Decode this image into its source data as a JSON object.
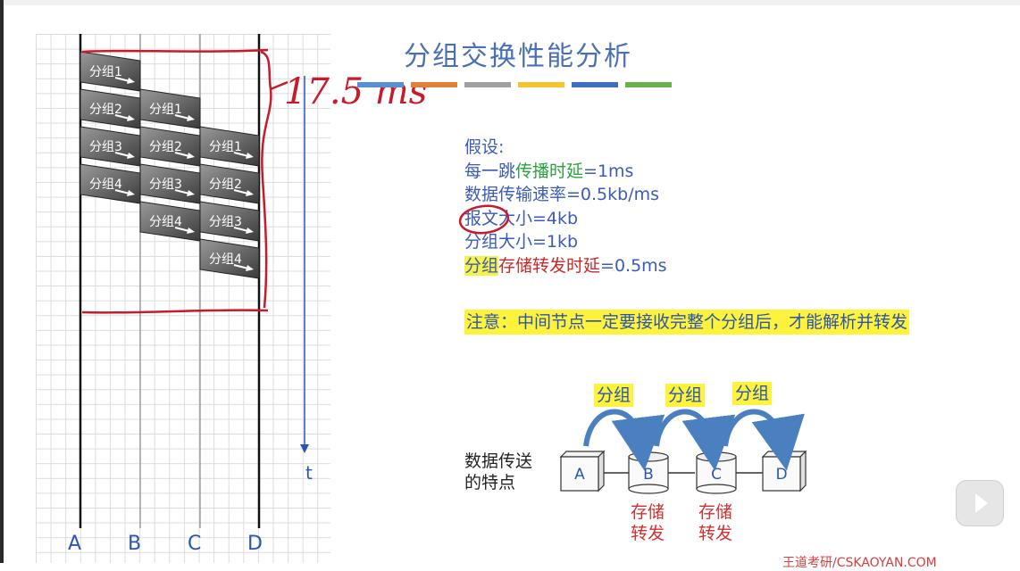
{
  "title": "分组交换性能分析",
  "color_bars": [
    "#5a8fd0",
    "#e0803a",
    "#a0a0a0",
    "#f4c430",
    "#3f6fc0",
    "#6ab04c"
  ],
  "diagram": {
    "nodes": [
      "A",
      "B",
      "C",
      "D"
    ],
    "time_label": "t",
    "handwritten_note": "17.5 ms",
    "rows": [
      {
        "col": 0,
        "label": "分组1"
      },
      {
        "col": 0,
        "label": "分组2"
      },
      {
        "col": 0,
        "label": "分组3"
      },
      {
        "col": 0,
        "label": "分组4"
      },
      {
        "col": 1,
        "label": "分组1"
      },
      {
        "col": 1,
        "label": "分组2"
      },
      {
        "col": 1,
        "label": "分组3"
      },
      {
        "col": 1,
        "label": "分组4"
      },
      {
        "col": 2,
        "label": "分组1"
      },
      {
        "col": 2,
        "label": "分组2"
      },
      {
        "col": 2,
        "label": "分组3"
      },
      {
        "col": 2,
        "label": "分组4"
      }
    ]
  },
  "assumptions": {
    "heading": "假设:",
    "line1_prefix": "每一跳",
    "line1_highlight": "传播时延",
    "line1_suffix": "=1ms",
    "line2": "数据传输速率=0.5kb/ms",
    "line3": "报文大小=4kb",
    "line4": "分组大小=1kb",
    "line5_highlight": "分组",
    "line5_red": "存储转发时延",
    "line5_suffix": "=0.5ms"
  },
  "note": "注意：中间节点一定要接收完整个分组后，才能解析并转发",
  "flow": {
    "label_line1": "数据传送",
    "label_line2": "的特点",
    "packet_label": "分组",
    "nodes": [
      "A",
      "B",
      "C",
      "D"
    ],
    "store_forward_line1": "存储",
    "store_forward_line2": "转发"
  },
  "watermark": "王道考研/CSKAOYAN.COM"
}
